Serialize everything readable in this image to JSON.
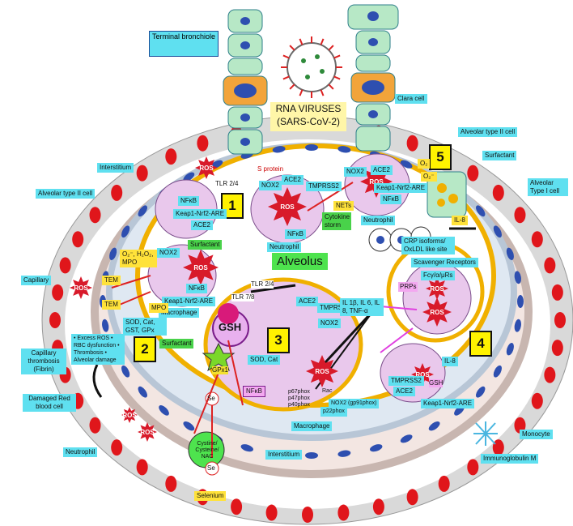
{
  "title_virus": "RNA VIRUSES",
  "title_virus_2": "(SARS-CoV-2)",
  "alveolus": "Alveolus",
  "labels": {
    "terminal_bronchiole": "Terminal bronchiole",
    "clara_cell": "Clara cell",
    "interstitium_top": "Interstitium",
    "alveolar_type2_left": "Alveolar type II cell",
    "alveolar_type2_right": "Alveolar type II cell",
    "surfactant_right": "Surfactant",
    "alveolar_type1": "Alveolar Type I cell",
    "capillary": "Capillary",
    "capillary_thrombosis": "Capillary thrombosis (Fibrin)",
    "damaged_rbc": "Damaged Red blood cell",
    "neutrophil_left": "Neutrophil",
    "selenium": "Selenium",
    "interstitium_bottom": "Interstitium",
    "macrophage_bottom": "Macrophage",
    "immunoglobulin": "Immunoglobulin M",
    "monocyte": "Monocyte",
    "neutrophil_center": "Neutrophil",
    "neutrophil_right": "Neutrophil",
    "macrophage_left": "Macrophage",
    "surfactant_left": "Surfactant",
    "nets": "NETs",
    "cytokine_storm": "Cytokine storm",
    "s_protein": "S protein",
    "tmprss2_a": "TMPRSS2",
    "tmprss2_b": "TMPRSS2",
    "tmprss2_c": "TMPRSS2",
    "ace2_a": "ACE2",
    "ace2_b": "ACE2",
    "ace2_c": "ACE2",
    "ace2_d": "ACE2",
    "ace2_e": "ACE2",
    "tlr2": "TLR 2/4",
    "tlr7": "TLR 7/8",
    "tlr2_small": "TLR 2/4",
    "nox2_a": "NOX2",
    "nox2_b": "NOX2",
    "nox2_c": "NOX2",
    "nox2_d": "NOX2",
    "nfkb_a": "NFκB",
    "nfkb_b": "NFκB",
    "nfkb_c": "NFκB",
    "nfkb_d": "NFκB",
    "nfkb_e": "NFκB",
    "keap_a": "Keap1-Nrf2-ARE",
    "keap_b": "Keap1-Nrf2-ARE",
    "keap_c": "Keap1-Nrf2-ARE",
    "keap_d": "Keap1-Nrf2-ARE",
    "sod_cat_gpx": "SOD, Cat, GST, GPx",
    "sod_cat": "SOD, Cat",
    "tem": "TEM",
    "tem2": "TEM",
    "o2": "O₂⁻, H₂O₂, MPO",
    "o2_small": "O₂",
    "o2_small2": "O₂⁻",
    "il8": "IL-8",
    "il8_small": "IL-8",
    "cytokines": "IL 1β, IL 6, IL 8, TNF-α",
    "crp": "CRP isoforms/ OxLDL like site",
    "scavenger": "Scavenger Receptors",
    "fcy": "Fcγ/α/μRs",
    "prps": "PRPs",
    "mpo": "MPO",
    "gsh": "GSH",
    "gsh_small": "GSH",
    "gpx1": "GPx1",
    "se": "Se",
    "se2": "Se",
    "cysteine": "Cystine/ Cysteine/ NAC",
    "phox": "p67phox p47phox p40phox",
    "rac": "Rac",
    "nox2_gp": "NOX2 (gp91phox)",
    "p22phox": "p22phox",
    "effects": "• Excess ROS • RBC dysfunction • Thrombosis • Alveolar damage",
    "surfactant_mid": "Surfactant",
    "ros": "ROS"
  },
  "numbers": [
    "1",
    "2",
    "3",
    "4",
    "5"
  ],
  "colors": {
    "capillary_outer": "#c9c9c9",
    "rbc": "#e0161b",
    "ros_star": "#d81a2a",
    "cell_pink": "#e9c8ec",
    "bronchiole_green": "#b7e8c6",
    "clara_orange": "#f2a43a",
    "nucleus_blue": "#2e4fb0",
    "label_cyan": "#5fe0f0",
    "label_yellow": "#fff200",
    "surfactant_orange": "#f0b000"
  }
}
